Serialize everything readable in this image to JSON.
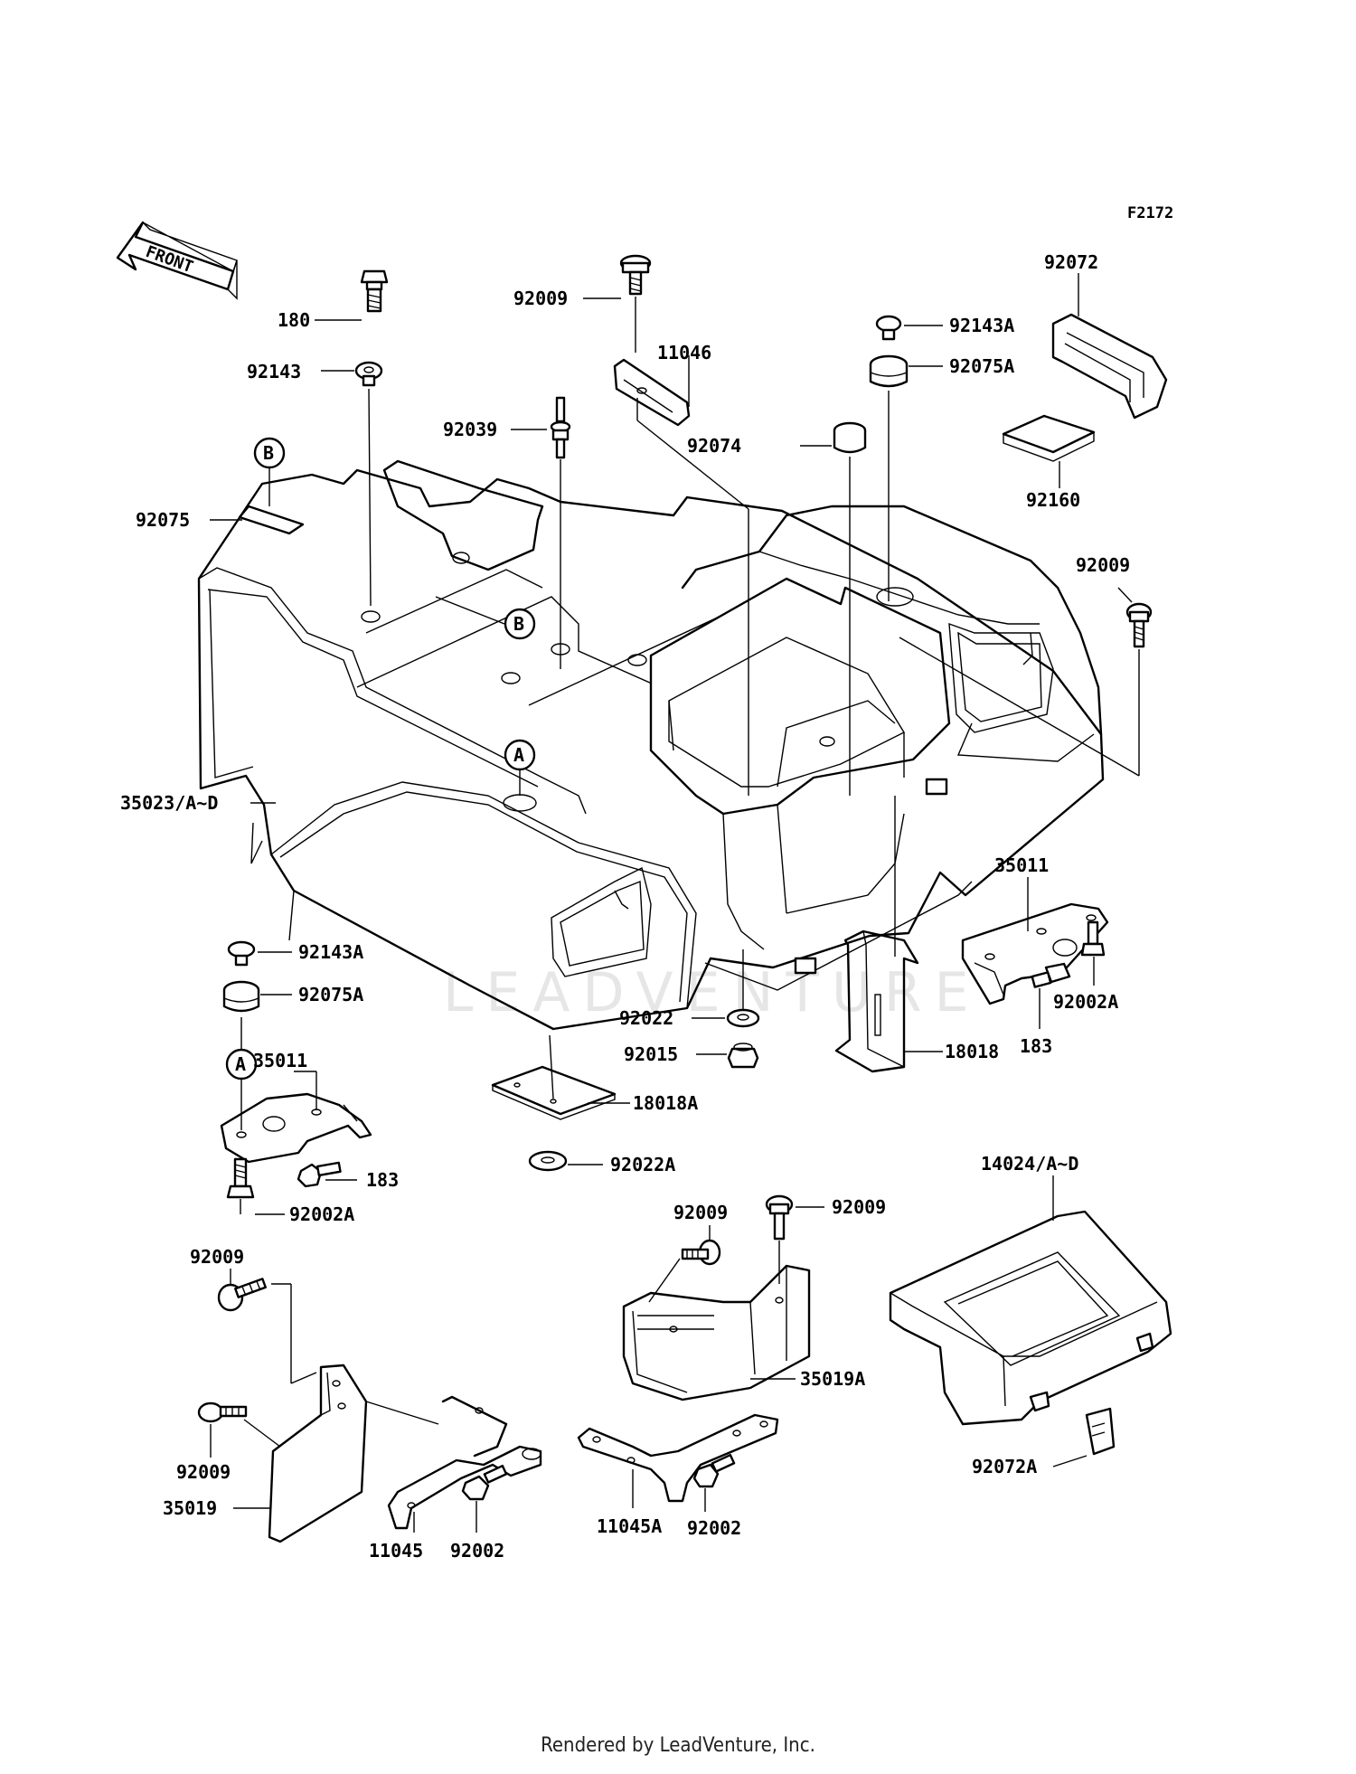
{
  "diagram": {
    "figure_code": "F2172",
    "front_label": "FRONT",
    "watermark": "LEADVENTURE",
    "footer": "Rendered by LeadVenture, Inc.",
    "callouts": {
      "A": "A",
      "B": "B"
    },
    "labels": {
      "p180": "180",
      "p92143": "92143",
      "p92075": "92075",
      "p92009_top": "92009",
      "p11046": "11046",
      "p92039": "92039",
      "p92143A_top": "92143A",
      "p92075A_top": "92075A",
      "p92074": "92074",
      "p92072": "92072",
      "p92160": "92160",
      "p92009_right": "92009",
      "p35023": "35023/A~D",
      "p35011_right": "35011",
      "p183_right": "183",
      "p92002A_right": "92002A",
      "p92143A_left": "92143A",
      "p92075A_left": "92075A",
      "p35011_left": "35011",
      "p183_left": "183",
      "p92002A_left": "92002A",
      "p92022": "92022",
      "p92015": "92015",
      "p18018": "18018",
      "p18018A": "18018A",
      "p92022A": "92022A",
      "p14024": "14024/A~D",
      "p92009_mid_a": "92009",
      "p92009_mid_b": "92009",
      "p35019A": "35019A",
      "p92072A": "92072A",
      "p92009_bl_a": "92009",
      "p92009_bl_b": "92009",
      "p35019": "35019",
      "p11045": "11045",
      "p92002_l": "92002",
      "p11045A": "11045A",
      "p92002_r": "92002"
    }
  }
}
